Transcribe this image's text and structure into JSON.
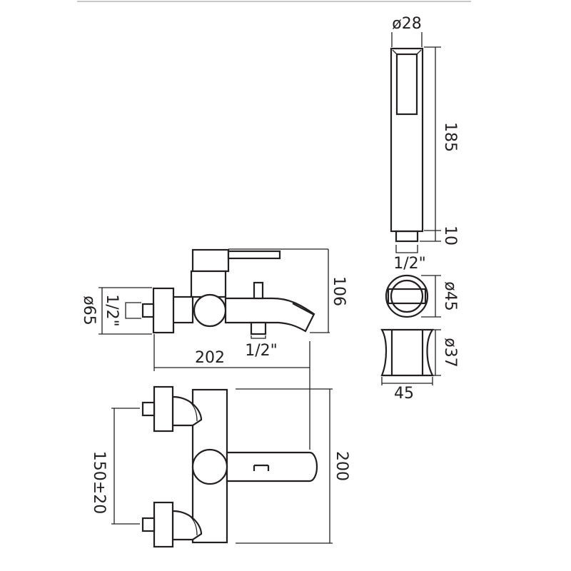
{
  "dimensions": {
    "handset_diameter": "ø28",
    "handset_length": "185",
    "handset_connector": "10",
    "handset_thread": "1/2\"",
    "wall_bracket_diameter": "ø45",
    "holder_diameter": "ø37",
    "holder_width": "45",
    "height": "106",
    "flange_diameter": "ø65",
    "inlet_thread": "1/2\"",
    "outlet_thread": "1/2\"",
    "reach": "202",
    "depth": "200",
    "centres": "150±20"
  },
  "colors": {
    "line": "#231f20",
    "rule": "#c8c8c8"
  }
}
